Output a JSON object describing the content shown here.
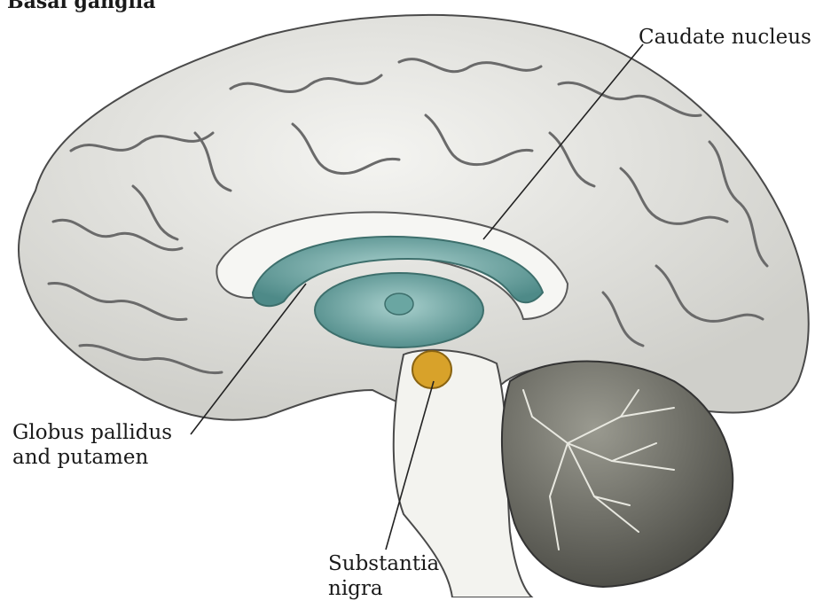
{
  "figure": {
    "title": "Basal ganglia",
    "labels": {
      "caudate": "Caudate nucleus",
      "globus": "Globus pallidus\nand putamen",
      "nigra": "Substantia\nnigra"
    },
    "colors": {
      "basal_ganglia": "#5f9c99",
      "substantia_nigra": "#d8a22a",
      "brain": "#e4e4e0",
      "gyrus_outline": "#555555",
      "cerebellum": "#6d6d65"
    },
    "structures": [
      "cerebrum",
      "corpus-callosum",
      "caudate-nucleus",
      "thalamus",
      "brainstem",
      "substantia-nigra",
      "cerebellum"
    ]
  }
}
